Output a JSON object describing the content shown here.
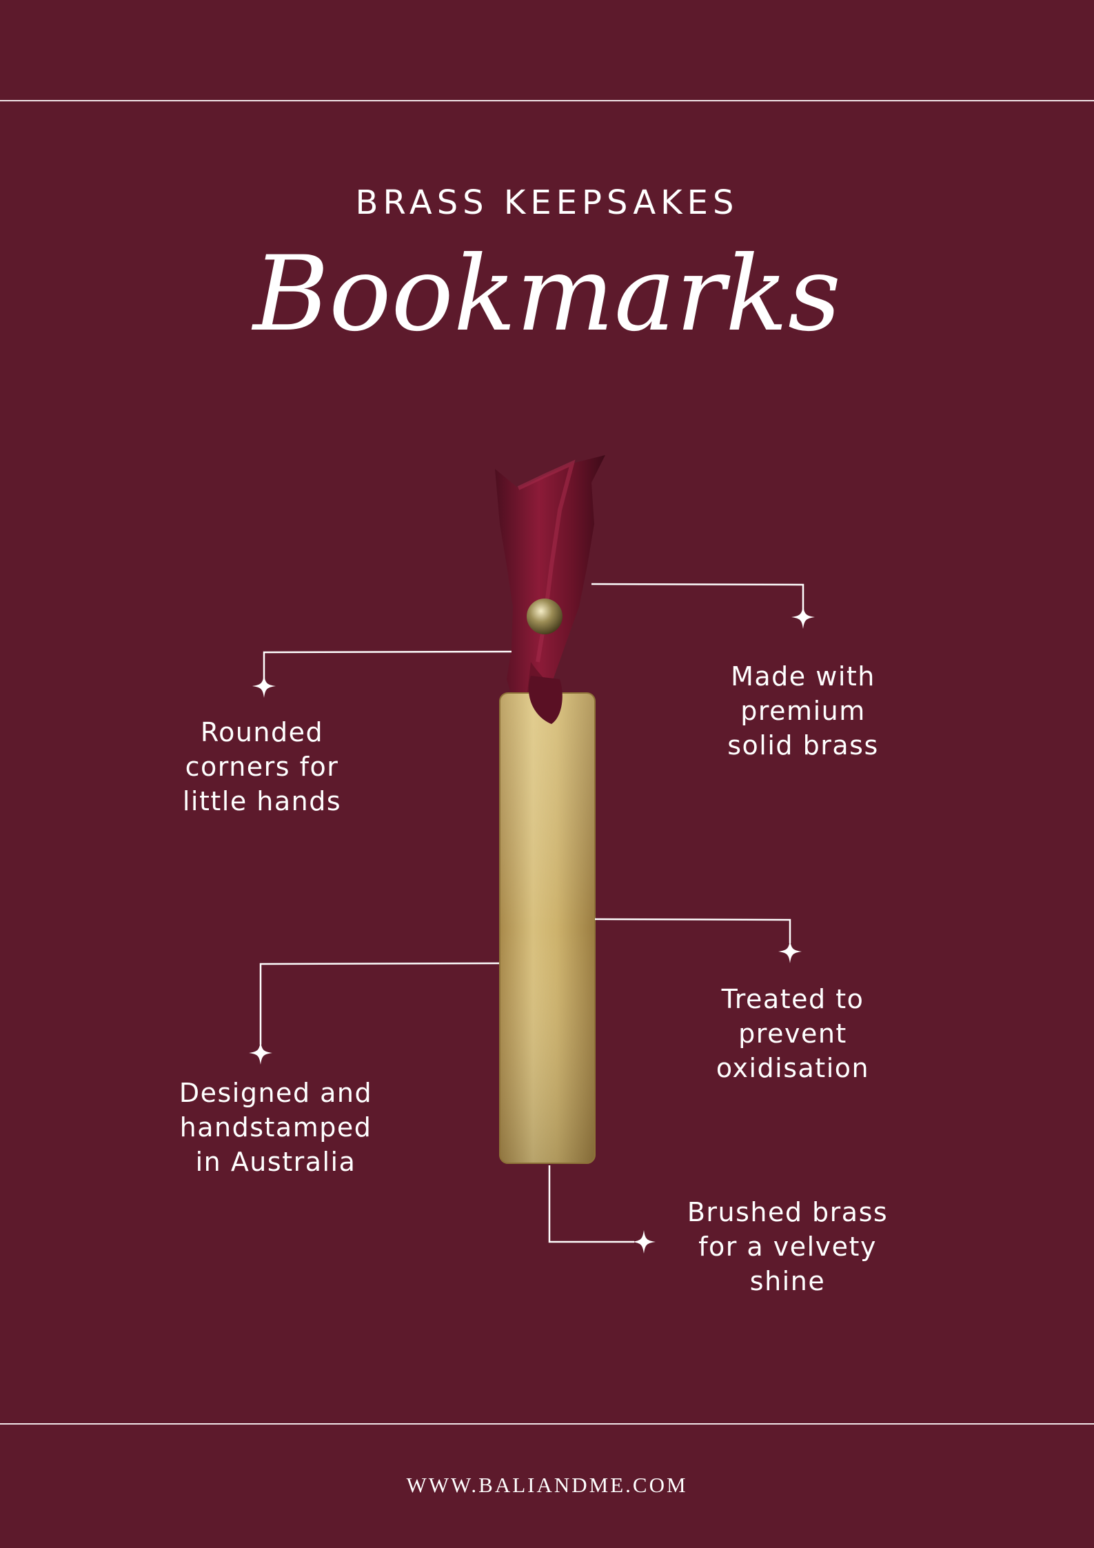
{
  "header": {
    "kicker": "BRASS KEEPSAKES",
    "title": "Bookmarks"
  },
  "features": [
    {
      "id": "rounded",
      "text": "Rounded\ncorners for\nlittle hands"
    },
    {
      "id": "premium",
      "text": "Made with\npremium\nsolid brass"
    },
    {
      "id": "treated",
      "text": "Treated to\nprevent\noxidisation"
    },
    {
      "id": "designed",
      "text": "Designed and\nhandstamped\nin Australia"
    },
    {
      "id": "brushed",
      "text": "Brushed brass\nfor a velvety\nshine"
    }
  ],
  "footer": {
    "website": "WWW.BALIANDME.COM"
  },
  "colors": {
    "background": "#5d1a2c",
    "text": "#ffffff",
    "ribbon": "#7a1530",
    "brass": "#c9ad68"
  },
  "icons": [
    "sparkle-icon",
    "bookmark-illustration"
  ]
}
